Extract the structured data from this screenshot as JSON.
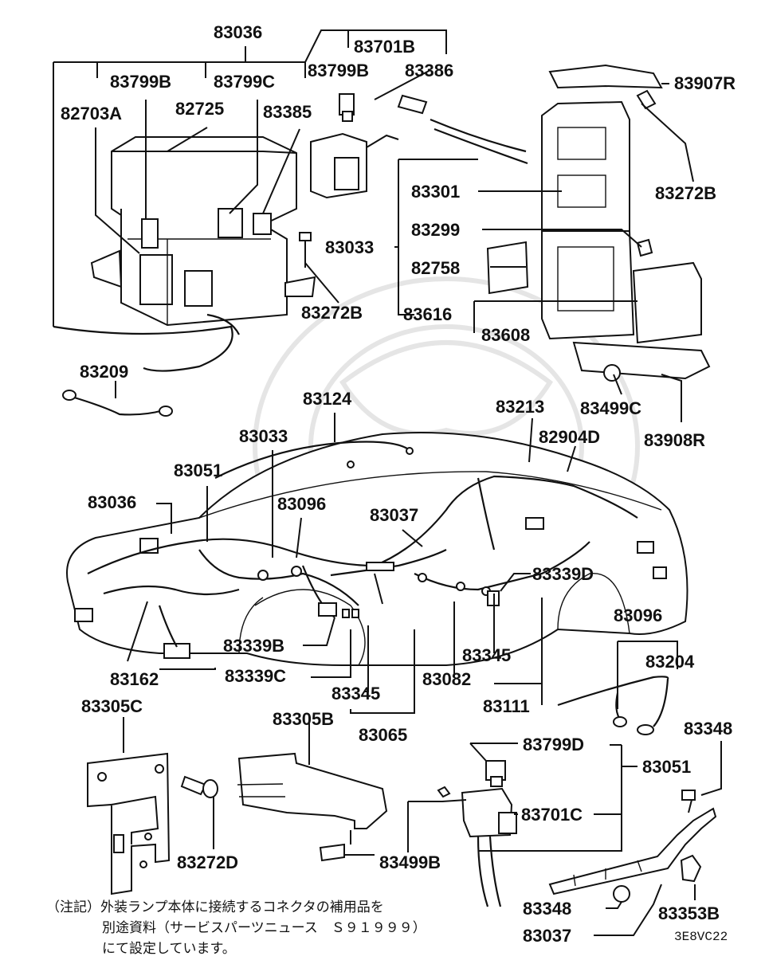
{
  "diagram": {
    "labels": {
      "l83036_top": "83036",
      "l83701B": "83701B",
      "l83799B_a": "83799B",
      "l83799B_b": "83799B",
      "l83386": "83386",
      "l83799C": "83799C",
      "l82703A": "82703A",
      "l82725": "82725",
      "l83385": "83385",
      "l83907R": "83907R",
      "l83272B_r": "83272B",
      "l83301": "83301",
      "l83299": "83299",
      "l83033_top": "83033",
      "l82758": "82758",
      "l83616": "83616",
      "l83608": "83608",
      "l83272B_l": "83272B",
      "l83209": "83209",
      "l83124": "83124",
      "l83213": "83213",
      "l83499C": "83499C",
      "l82904D": "82904D",
      "l83908R": "83908R",
      "l83033_mid": "83033",
      "l83051_mid": "83051",
      "l83096_mid": "83096",
      "l83037_mid": "83037",
      "l83036_mid": "83036",
      "l83339D": "83339D",
      "l83096_r": "83096",
      "l83204": "83204",
      "l83339B": "83339B",
      "l83345_r": "83345",
      "l83339C": "83339C",
      "l83082": "83082",
      "l83162": "83162",
      "l83345_m": "83345",
      "l83111": "83111",
      "l83305C": "83305C",
      "l83305B": "83305B",
      "l83065": "83065",
      "l83799D": "83799D",
      "l83348_r": "83348",
      "l83051_r": "83051",
      "l83701C": "83701C",
      "l83272D": "83272D",
      "l83499B": "83499B",
      "l83348_b": "83348",
      "l83353B": "83353B",
      "l83037_b": "83037"
    },
    "diagram_code": "3E8VC22",
    "note_lines": [
      "（注記）外装ランプ本体に接続するコネクタの補用品を",
      "別途資料（サービスパーツニュース　Ｓ９１９９９）",
      "にて設定しています。"
    ]
  }
}
